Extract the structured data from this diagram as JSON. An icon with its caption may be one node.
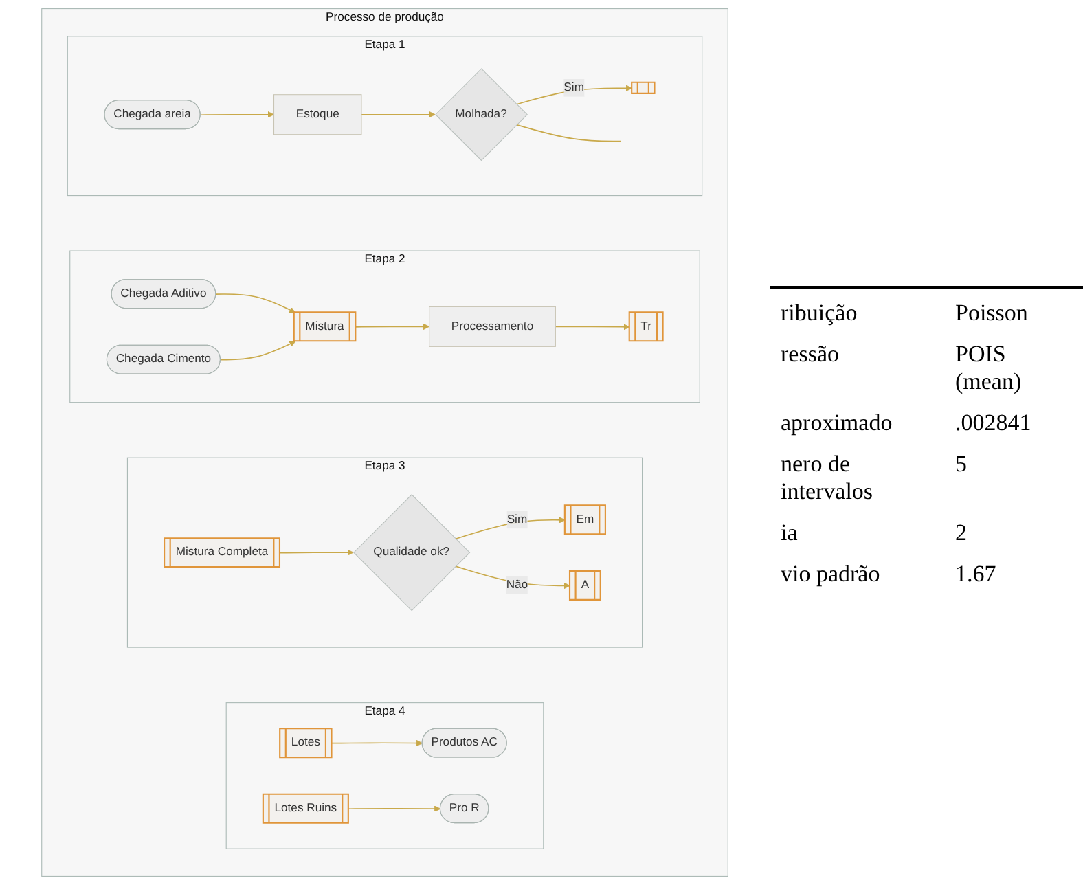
{
  "diagram": {
    "nodes": [
      {
        "text": [
          "Processo de produção"
        ]
      },
      {
        "text": [
          "Etapa 1"
        ],
        "in": 0
      },
      {
        "text": [
          "Chegada areia"
        ],
        "in": 1
      },
      {
        "text": [
          "Estoque"
        ],
        "in": 1
      },
      {
        "text": [
          "Molhada?"
        ],
        "in": 1
      },
      {
        "text": [],
        "shape": "box",
        "in": 1
      },
      {
        "text": [
          "Etapa 2"
        ],
        "in": 0
      },
      {
        "text": [
          "Chegada Aditivo"
        ],
        "in": 6
      },
      {
        "text": [
          "Chegada Cimento"
        ],
        "in": 6
      },
      {
        "text": [
          "Mistura"
        ],
        "in": 6
      },
      {
        "text": [
          "Processamento"
        ],
        "in": 6
      },
      {
        "text": [
          "Tr"
        ],
        "in": 6
      },
      {
        "text": [
          "Etapa 3"
        ],
        "in": 0
      },
      {
        "text": [
          "Mistura Completa"
        ],
        "in": 12
      },
      {
        "text": [
          "Qualidade ok?"
        ],
        "in": 12
      },
      {
        "text": [
          "Em"
        ],
        "in": 12
      },
      {
        "text": [
          "A"
        ],
        "in": 12
      },
      {
        "text": [
          "Etapa 4"
        ],
        "in": 0
      },
      {
        "text": [
          "Lotes"
        ],
        "in": 17
      },
      {
        "text": [
          "Produtos AC"
        ],
        "in": 17
      },
      {
        "text": [
          "Lotes Ruins"
        ],
        "in": 17
      },
      {
        "text": [
          "Pro R"
        ],
        "in": 17
      }
    ],
    "edges": [
      {
        "from": 2,
        "to": 3,
        "arrow": "to"
      },
      {
        "from": 3,
        "to": 4,
        "arrow": "to"
      },
      {
        "from": 4,
        "to": 5,
        "label": "Sim",
        "arrow": "to"
      },
      {
        "from": 4,
        "to": null,
        "arrow": "none"
      },
      {
        "from": 7,
        "to": 9,
        "arrow": "to"
      },
      {
        "from": 8,
        "to": 9,
        "arrow": "to"
      },
      {
        "from": 9,
        "to": 10,
        "arrow": "to"
      },
      {
        "from": 10,
        "to": 11,
        "arrow": "to"
      },
      {
        "from": 13,
        "to": 14,
        "arrow": "to"
      },
      {
        "from": 14,
        "to": 15,
        "label": "Sim",
        "arrow": "to"
      },
      {
        "from": 14,
        "to": 16,
        "label": "Não",
        "arrow": "to"
      },
      {
        "from": 18,
        "to": 19,
        "arrow": "to"
      },
      {
        "from": 20,
        "to": 21,
        "arrow": "to"
      }
    ],
    "labels": [
      "ribuição",
      "Poisson",
      "ressão",
      "POIS (mean)",
      "aproximado",
      ".002841",
      "nero de intervalos",
      "5",
      "ia",
      "2",
      "vio padrão",
      "1.67"
    ]
  }
}
